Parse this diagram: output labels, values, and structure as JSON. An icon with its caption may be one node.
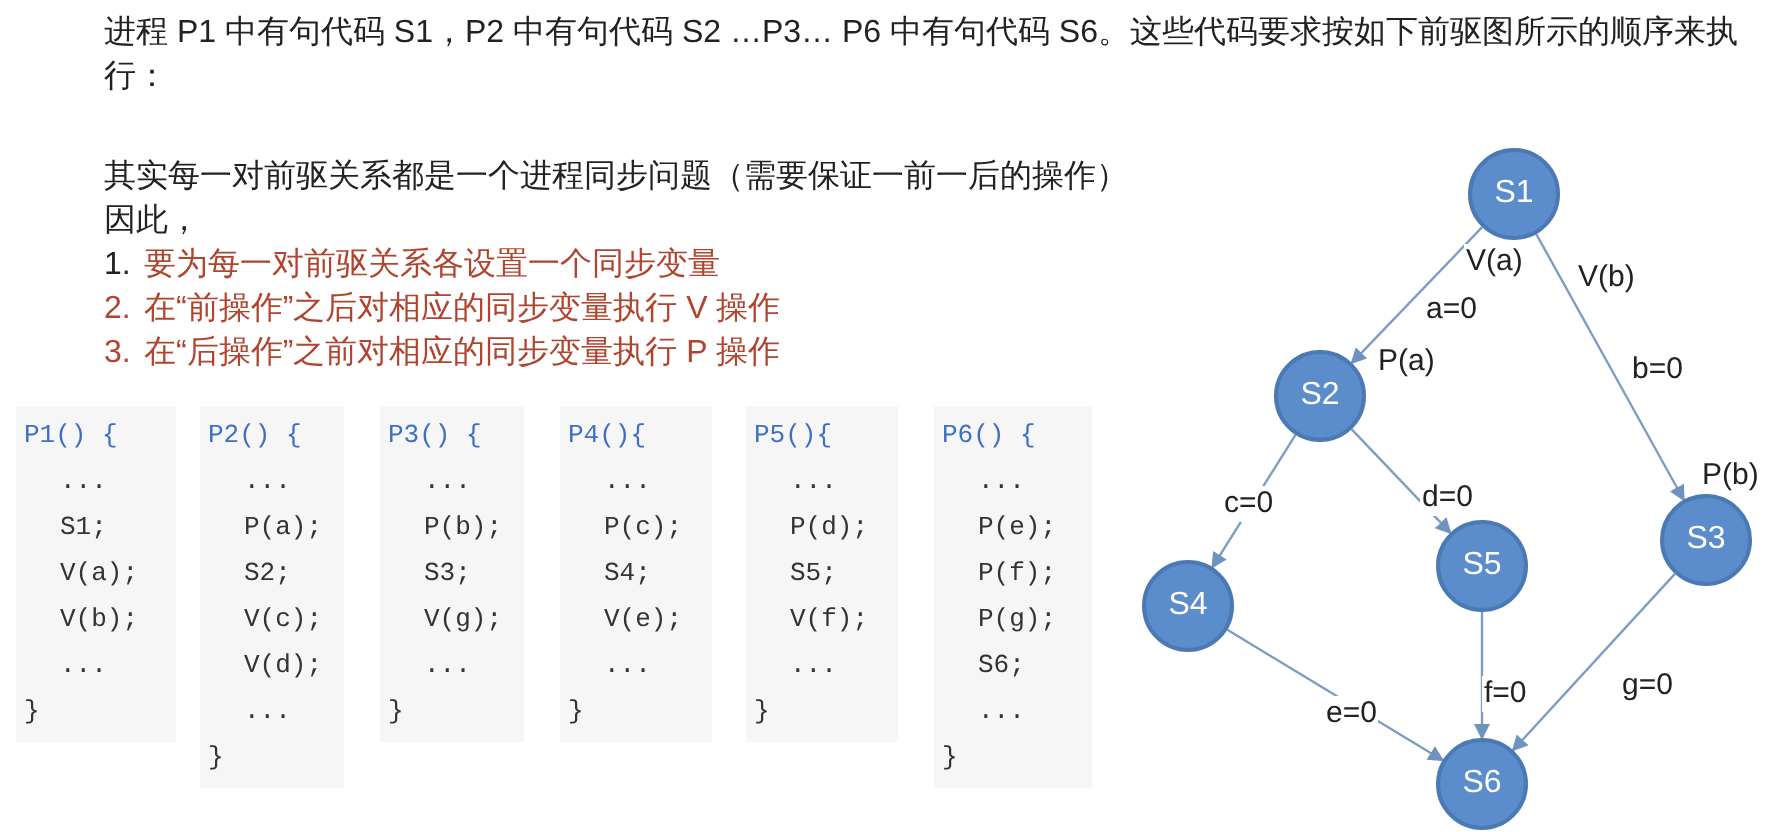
{
  "diagram": {
    "nodes": [
      {
        "text": [
          "S1"
        ]
      },
      {
        "text": [
          "S2"
        ]
      },
      {
        "text": [
          "S3"
        ]
      },
      {
        "text": [
          "S4"
        ]
      },
      {
        "text": [
          "S5"
        ]
      },
      {
        "text": [
          "S6"
        ]
      },
      {
        "text": [
          "P1() {",
          "...",
          "S1;",
          "V(a);",
          "V(b);",
          "...",
          "}"
        ]
      },
      {
        "text": [
          "P2() {",
          "...",
          "P(a);",
          "S2;",
          "V(c);",
          "V(d);",
          "...",
          "}"
        ]
      },
      {
        "text": [
          "P3() {",
          "...",
          "P(b);",
          "S3;",
          "V(g);",
          "...",
          "}"
        ]
      },
      {
        "text": [
          "P4(){",
          "...",
          "P(c);",
          "S4;",
          "V(e);",
          "...",
          "}"
        ]
      },
      {
        "text": [
          "P5(){",
          "...",
          "P(d);",
          "S5;",
          "V(f);",
          "...",
          "}"
        ]
      },
      {
        "text": [
          "P6() {",
          "...",
          "P(e);",
          "P(f);",
          "P(g);",
          "S6;",
          "...",
          "}"
        ]
      }
    ],
    "edges": [
      {
        "from": 0,
        "to": 1,
        "arrow": "to",
        "label": "a=0"
      },
      {
        "from": 0,
        "to": 2,
        "arrow": "to",
        "label": "b=0"
      },
      {
        "from": 1,
        "to": 3,
        "arrow": "to",
        "label": "c=0"
      },
      {
        "from": 1,
        "to": 4,
        "arrow": "to",
        "label": "d=0"
      },
      {
        "from": 3,
        "to": 5,
        "arrow": "to",
        "label": "e=0"
      },
      {
        "from": 4,
        "to": 5,
        "arrow": "to",
        "label": "f=0"
      },
      {
        "from": 2,
        "to": 5,
        "arrow": "to",
        "label": "g=0"
      }
    ],
    "labels": [
      "进程 P1 中有句代码 S1，P2 中有句代码 S2 …P3… P6 中有句代码 S6。这些代码要求按如下前驱图所示的顺序来执行：",
      "其实每一对前驱关系都是一个进程同步问题（需要保证一前一后的操作）",
      "因此，",
      "1.",
      "要为每一对前驱关系各设置一个同步变量",
      "2.",
      "在“前操作”之后对相应的同步变量执行 V 操作",
      "3.",
      "在“后操作”之前对相应的同步变量执行 P 操作",
      "V(a)",
      "V(b)",
      "P(a)",
      "P(b)"
    ]
  }
}
